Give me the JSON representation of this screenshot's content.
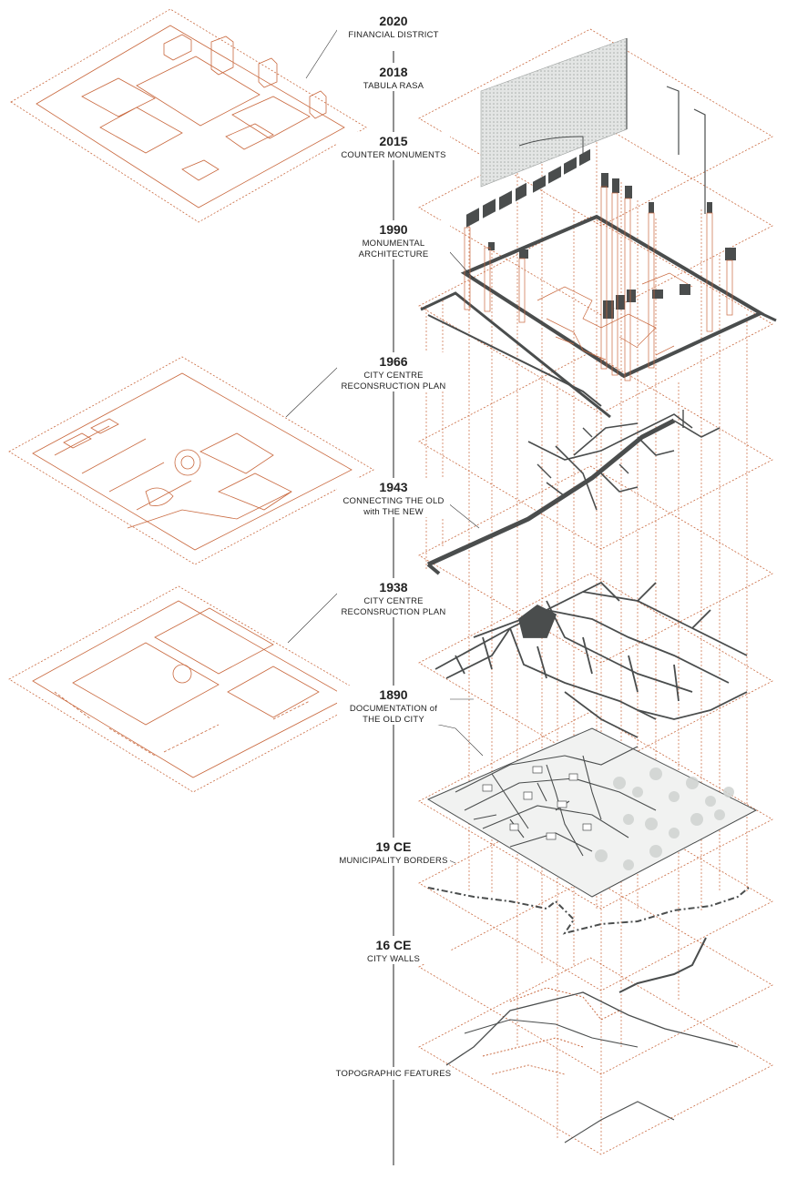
{
  "colors": {
    "orange": "#c9693f",
    "dark": "#4a4d4d",
    "grey": "#b9bdbb",
    "text": "#222222"
  },
  "timeline": [
    {
      "year": "2020",
      "label": [
        "FINANCIAL DISTRICT"
      ]
    },
    {
      "year": "2018",
      "label": [
        "TABULA RASA"
      ]
    },
    {
      "year": "2015",
      "label": [
        "COUNTER MONUMENTS"
      ]
    },
    {
      "year": "1990",
      "label": [
        "MONUMENTAL",
        "ARCHITECTURE"
      ]
    },
    {
      "year": "1966",
      "label": [
        "CITY CENTRE",
        "RECONSRUCTION PLAN"
      ]
    },
    {
      "year": "1943",
      "label": [
        "CONNECTING THE OLD",
        "with THE NEW"
      ]
    },
    {
      "year": "1938",
      "label": [
        "CITY CENTRE",
        "RECONSRUCTION PLAN"
      ]
    },
    {
      "year": "1890",
      "label": [
        "DOCUMENTATION of",
        "THE OLD CITY"
      ]
    },
    {
      "year": "19 CE",
      "label": [
        "MUNICIPALITY BORDERS"
      ]
    },
    {
      "year": "16 CE",
      "label": [
        "CITY WALLS"
      ]
    },
    {
      "year": "",
      "label": [
        "TOPOGRAPHIC FEATURES"
      ]
    }
  ]
}
